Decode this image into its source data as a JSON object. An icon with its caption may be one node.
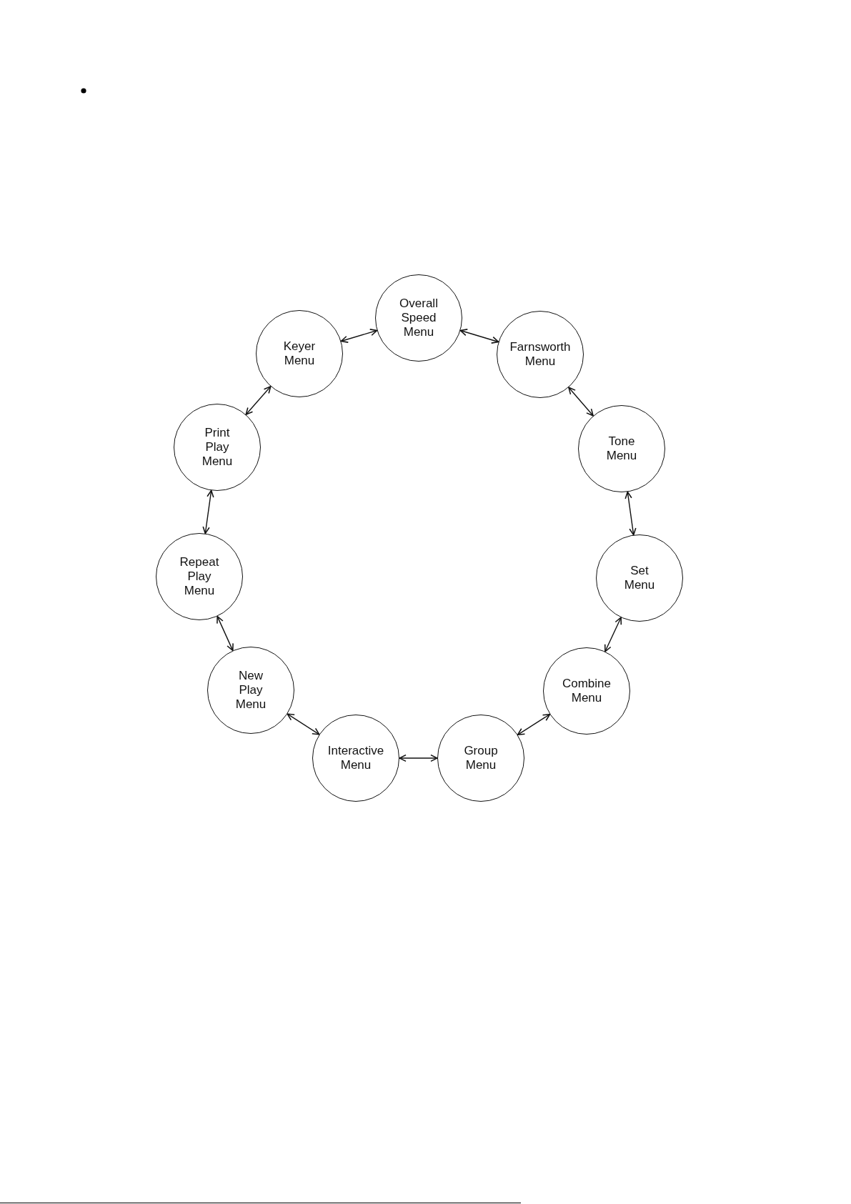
{
  "diagram": {
    "nodes": [
      {
        "text": [
          "Overall Speed Menu"
        ]
      },
      {
        "text": [
          "Keyer Menu"
        ]
      },
      {
        "text": [
          "Farnsworth Menu"
        ]
      },
      {
        "text": [
          "Print Play Menu"
        ]
      },
      {
        "text": [
          "Tone Menu"
        ]
      },
      {
        "text": [
          "Repeat Play Menu"
        ]
      },
      {
        "text": [
          "Set Menu"
        ]
      },
      {
        "text": [
          "New Play Menu"
        ]
      },
      {
        "text": [
          "Combine Menu"
        ]
      },
      {
        "text": [
          "Interactive Menu"
        ]
      },
      {
        "text": [
          "Group Menu"
        ]
      }
    ],
    "edges": [
      {
        "from": 0,
        "to": 2,
        "arrow": "both"
      },
      {
        "from": 2,
        "to": 4,
        "arrow": "both"
      },
      {
        "from": 4,
        "to": 6,
        "arrow": "both"
      },
      {
        "from": 6,
        "to": 8,
        "arrow": "both"
      },
      {
        "from": 8,
        "to": 10,
        "arrow": "both"
      },
      {
        "from": 10,
        "to": 9,
        "arrow": "both"
      },
      {
        "from": 9,
        "to": 7,
        "arrow": "both"
      },
      {
        "from": 7,
        "to": 5,
        "arrow": "both"
      },
      {
        "from": 5,
        "to": 3,
        "arrow": "both"
      },
      {
        "from": 3,
        "to": 1,
        "arrow": "both"
      },
      {
        "from": 1,
        "to": 0,
        "arrow": "both"
      }
    ]
  }
}
